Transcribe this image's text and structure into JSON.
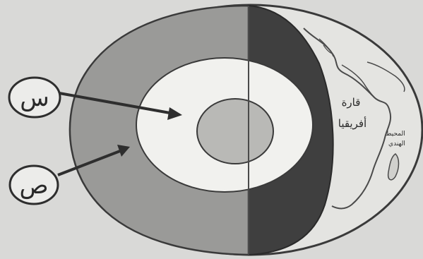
{
  "labels": {
    "x_marker": "س",
    "y_marker": "ص"
  },
  "map_text": {
    "continent_line1": "قارة",
    "continent_line2": "أفريقيا",
    "ocean_line1": "المحيط",
    "ocean_line2": "الهندي"
  },
  "colors": {
    "background": "#d9d9d7",
    "mantle": "#9a9a98",
    "cut_face": "#3f3f3f",
    "outer_core": "#f1f1ee",
    "inner_core": "#b9b9b6",
    "surface": "#e4e4e1",
    "outline": "#3a3a3a"
  }
}
